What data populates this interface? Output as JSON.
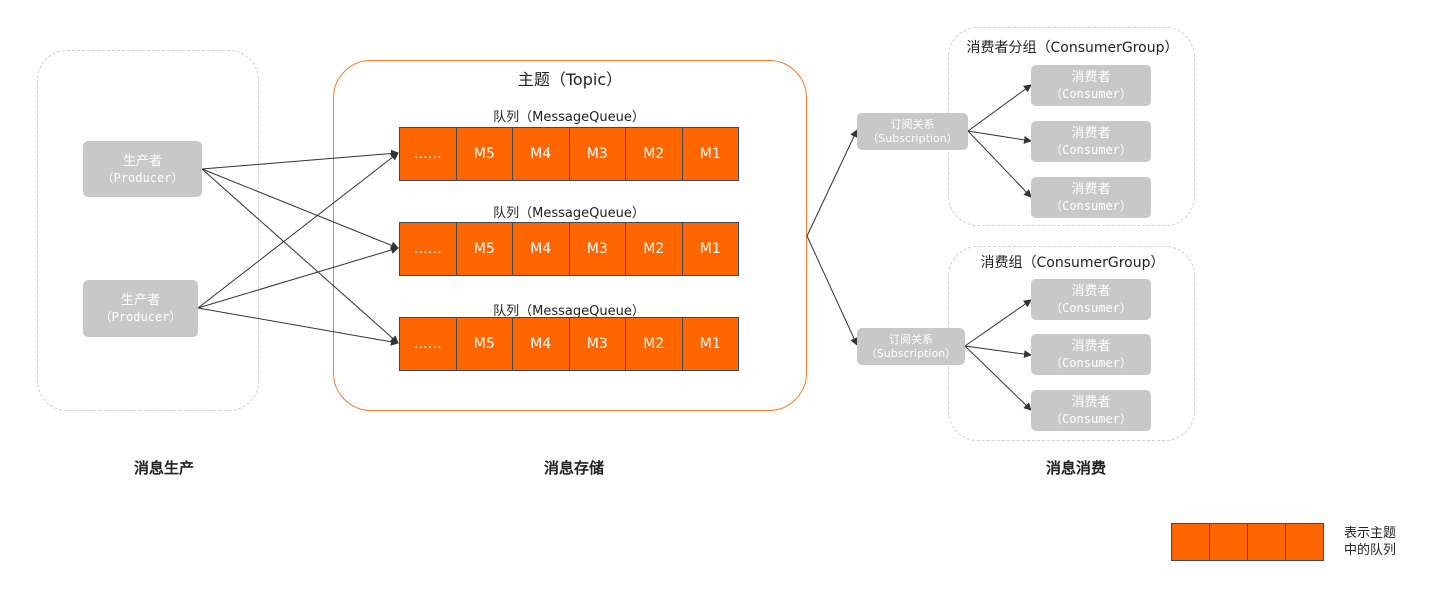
{
  "topic_title": "主题（Topic）",
  "queue_label": "队列（MessageQueue）",
  "queues": [
    {
      "cells": [
        "……",
        "M5",
        "M4",
        "M3",
        "M2",
        "M1"
      ]
    },
    {
      "cells": [
        "……",
        "M5",
        "M4",
        "M3",
        "M2",
        "M1"
      ]
    },
    {
      "cells": [
        "……",
        "M5",
        "M4",
        "M3",
        "M2",
        "M1"
      ]
    }
  ],
  "producer": {
    "name": "生产者",
    "en": "（Producer）"
  },
  "subscription": {
    "name": "订阅关系",
    "en": "（Subscription）"
  },
  "consumer": {
    "name": "消费者",
    "en": "（Consumer）"
  },
  "groups": [
    {
      "title": "消费者分组（ConsumerGroup）"
    },
    {
      "title": "消费组（ConsumerGroup）"
    }
  ],
  "stages": {
    "produce": "消息生产",
    "store": "消息存储",
    "consume": "消息消费"
  },
  "legend": {
    "line1": "表示主题",
    "line2": "中的队列"
  },
  "colors": {
    "queue": "#ff6600",
    "topic_border": "#f07d2a",
    "box": "#c8c8c8",
    "dashed": "#cfcfcf"
  }
}
